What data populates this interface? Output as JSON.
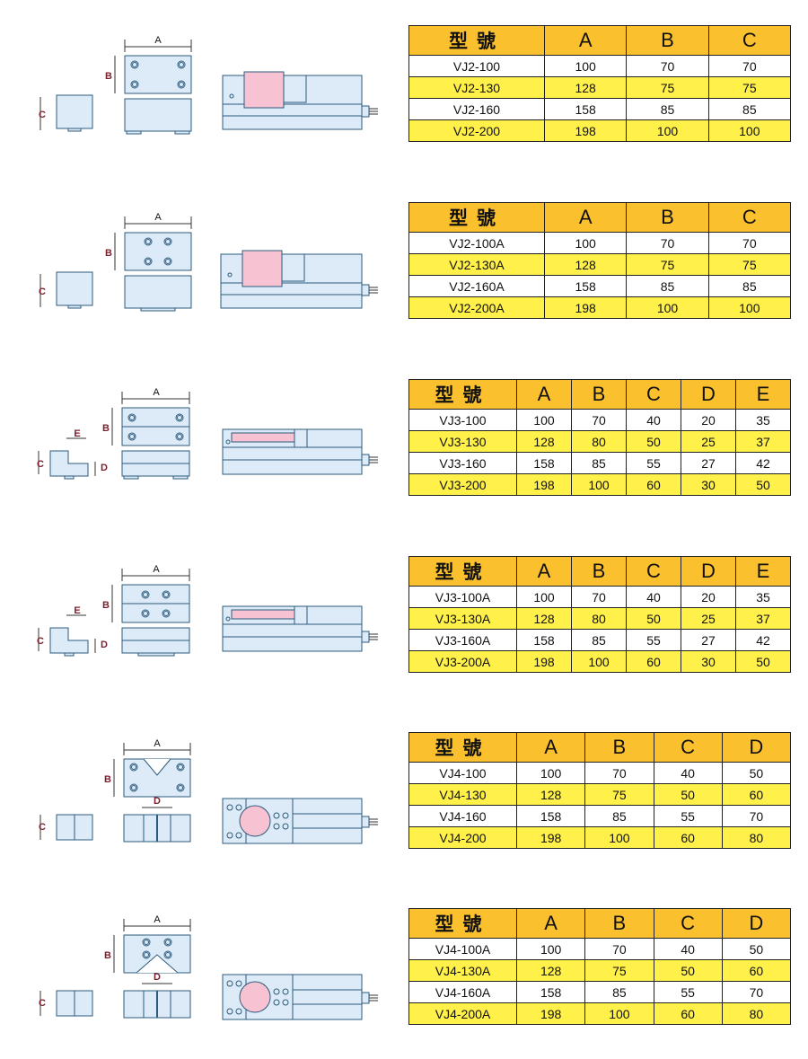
{
  "colors": {
    "header_bg": "#fbc02d",
    "stripe_bg": "#fff04a",
    "part_fill": "#dcebf7",
    "jaw_fill": "#f7c3d2",
    "dim_text": "#7b1f2c"
  },
  "sections": [
    {
      "drawing_type": "flat-jaw",
      "dim_labels": {
        "a": "A",
        "b": "B",
        "c": "C"
      },
      "headers": [
        "型號",
        "A",
        "B",
        "C"
      ],
      "rows": [
        [
          "VJ2-100",
          "100",
          "70",
          "70"
        ],
        [
          "VJ2-130",
          "128",
          "75",
          "75"
        ],
        [
          "VJ2-160",
          "158",
          "85",
          "85"
        ],
        [
          "VJ2-200",
          "198",
          "100",
          "100"
        ]
      ]
    },
    {
      "drawing_type": "flat-jaw",
      "dim_labels": {
        "a": "A",
        "b": "B",
        "c": "C"
      },
      "headers": [
        "型號",
        "A",
        "B",
        "C"
      ],
      "rows": [
        [
          "VJ2-100A",
          "100",
          "70",
          "70"
        ],
        [
          "VJ2-130A",
          "128",
          "75",
          "75"
        ],
        [
          "VJ2-160A",
          "158",
          "85",
          "85"
        ],
        [
          "VJ2-200A",
          "198",
          "100",
          "100"
        ]
      ]
    },
    {
      "drawing_type": "step-jaw",
      "dim_labels": {
        "a": "A",
        "b": "B",
        "c": "C",
        "d": "D",
        "e": "E"
      },
      "headers": [
        "型號",
        "A",
        "B",
        "C",
        "D",
        "E"
      ],
      "rows": [
        [
          "VJ3-100",
          "100",
          "70",
          "40",
          "20",
          "35"
        ],
        [
          "VJ3-130",
          "128",
          "80",
          "50",
          "25",
          "37"
        ],
        [
          "VJ3-160",
          "158",
          "85",
          "55",
          "27",
          "42"
        ],
        [
          "VJ3-200",
          "198",
          "100",
          "60",
          "30",
          "50"
        ]
      ]
    },
    {
      "drawing_type": "step-jaw",
      "dim_labels": {
        "a": "A",
        "b": "B",
        "c": "C",
        "d": "D",
        "e": "E"
      },
      "headers": [
        "型號",
        "A",
        "B",
        "C",
        "D",
        "E"
      ],
      "rows": [
        [
          "VJ3-100A",
          "100",
          "70",
          "40",
          "20",
          "35"
        ],
        [
          "VJ3-130A",
          "128",
          "80",
          "50",
          "25",
          "37"
        ],
        [
          "VJ3-160A",
          "158",
          "85",
          "55",
          "27",
          "42"
        ],
        [
          "VJ3-200A",
          "198",
          "100",
          "60",
          "30",
          "50"
        ]
      ]
    },
    {
      "drawing_type": "v-jaw",
      "dim_labels": {
        "a": "A",
        "b": "B",
        "c": "C",
        "d": "D"
      },
      "headers": [
        "型號",
        "A",
        "B",
        "C",
        "D"
      ],
      "rows": [
        [
          "VJ4-100",
          "100",
          "70",
          "40",
          "50"
        ],
        [
          "VJ4-130",
          "128",
          "75",
          "50",
          "60"
        ],
        [
          "VJ4-160",
          "158",
          "85",
          "55",
          "70"
        ],
        [
          "VJ4-200",
          "198",
          "100",
          "60",
          "80"
        ]
      ]
    },
    {
      "drawing_type": "v-jaw",
      "dim_labels": {
        "a": "A",
        "b": "B",
        "c": "C",
        "d": "D"
      },
      "headers": [
        "型號",
        "A",
        "B",
        "C",
        "D"
      ],
      "rows": [
        [
          "VJ4-100A",
          "100",
          "70",
          "40",
          "50"
        ],
        [
          "VJ4-130A",
          "128",
          "75",
          "50",
          "60"
        ],
        [
          "VJ4-160A",
          "158",
          "85",
          "55",
          "70"
        ],
        [
          "VJ4-200A",
          "198",
          "100",
          "60",
          "80"
        ]
      ]
    }
  ]
}
